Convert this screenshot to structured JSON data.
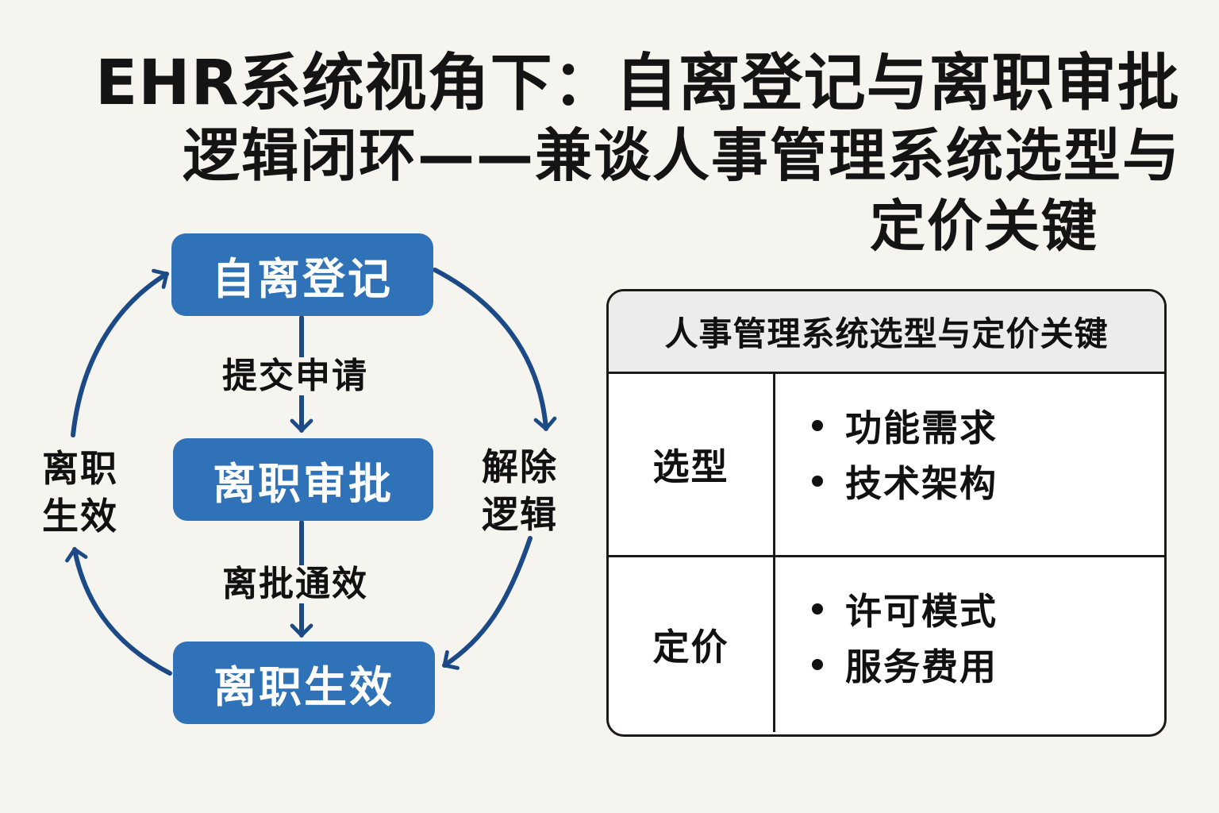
{
  "title": {
    "line1": "EHR系统视角下：自离登记与离职审批",
    "line2": "逻辑闭环——兼谈人事管理系统选型与",
    "line3": "定价关键"
  },
  "flow": {
    "stages": {
      "register": "自离登记",
      "approval": "离职审批",
      "effective": "离职生效"
    },
    "arrow_labels": {
      "submit": "提交申请",
      "pass": "离批通效"
    },
    "side_labels": {
      "left": [
        "离职",
        "生效"
      ],
      "right": [
        "解除",
        "逻辑"
      ]
    },
    "colors": {
      "box": "#2f72b7",
      "arrow": "#1c4a86"
    }
  },
  "table": {
    "header": "人事管理系统选型与定价关键",
    "rows": [
      {
        "category": "选型",
        "items": [
          "功能需求",
          "技术架构"
        ]
      },
      {
        "category": "定价",
        "items": [
          "许可模式",
          "服务费用"
        ]
      }
    ]
  }
}
